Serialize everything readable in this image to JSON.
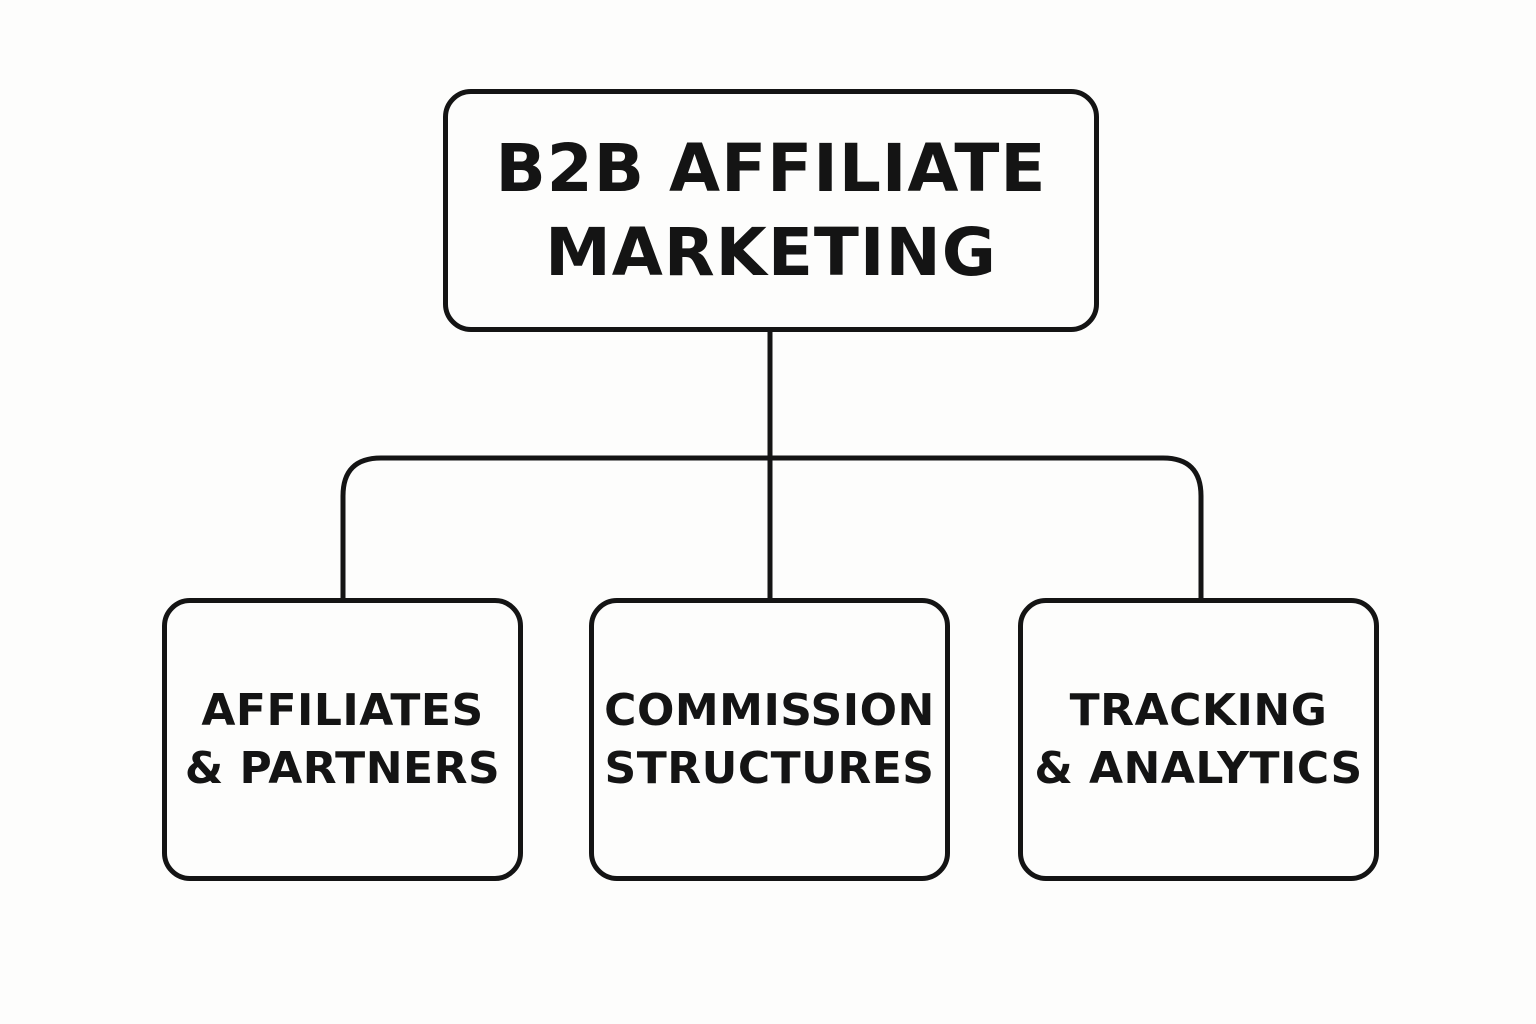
{
  "diagram": {
    "root": {
      "line1": "B2B AFFILIATE",
      "line2": "MARKETING"
    },
    "children": [
      {
        "line1": "AFFILIATES",
        "line2": "& PARTNERS"
      },
      {
        "line1": "COMMISSION",
        "line2": "STRUCTURES"
      },
      {
        "line1": "TRACKING",
        "line2": "& ANALYTICS"
      }
    ]
  },
  "colors": {
    "stroke": "#141414",
    "background": "#fdfdfc"
  }
}
